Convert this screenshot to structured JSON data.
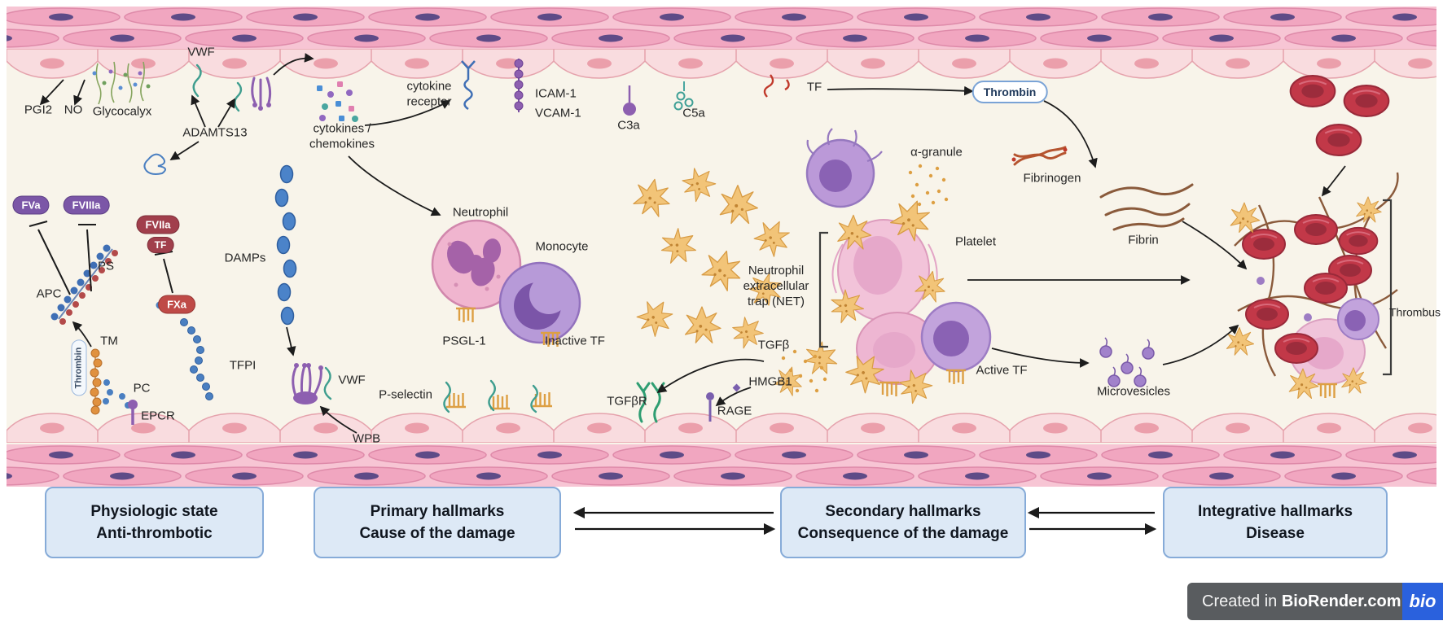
{
  "labels": {
    "vwf_top": "VWF",
    "pgi2": "PGI2",
    "no": "NO",
    "glycocalyx": "Glycocalyx",
    "adamts13": "ADAMTS13",
    "fva": "FVa",
    "fviiia": "FVIIIa",
    "fviia": "FVIIa",
    "tf_complex": "TF",
    "ps": "PS",
    "apc": "APC",
    "fxa": "FXa",
    "tm": "TM",
    "thrombin_left": "Thrombin",
    "pc": "PC",
    "epcr": "EPCR",
    "tfpi": "TFPI",
    "damps": "DAMPs",
    "cytokines": "cytokines /\nchemokines",
    "cytokine_receptor": "cytokine\nreceptor",
    "icam1": "ICAM-1",
    "vcam1": "VCAM-1",
    "c3a": "C3a",
    "c5a": "C5a",
    "neutrophil": "Neutrophil",
    "monocyte": "Monocyte",
    "psgl1": "PSGL-1",
    "inactive_tf": "Inactive TF",
    "vwf_bottom": "VWF",
    "wpb": "WPB",
    "p_selectin": "P-selectin",
    "tf_right": "TF",
    "thrombin_right": "Thrombin",
    "alpha_granule": "α-granule",
    "fibrinogen": "Fibrinogen",
    "platelet": "Platelet",
    "fibrin": "Fibrin",
    "net": "Neutrophil\nextracellular\ntrap (NET)",
    "tgfb": "TGFβ",
    "hmgb1": "HMGB1",
    "tgfbr": "TGFβR",
    "rage": "RAGE",
    "active_tf": "Active TF",
    "microvesicles": "Microvesicles",
    "thrombus": "Thrombus"
  },
  "stages": [
    {
      "line1": "Physiologic state",
      "line2": "Anti-thrombotic"
    },
    {
      "line1": "Primary hallmarks",
      "line2": "Cause of the damage"
    },
    {
      "line1": "Secondary hallmarks",
      "line2": "Consequence of the damage"
    },
    {
      "line1": "Integrative hallmarks",
      "line2": "Disease"
    }
  ],
  "badge": {
    "prefix": "Created in ",
    "brand": "BioRender.com",
    "logo": "bio"
  },
  "colors": {
    "vessel_pink": "#f1a6c0",
    "endothelium": "#f9dcdf",
    "lumen": "#f8f4ea",
    "box_fill": "#dde9f6",
    "box_border": "#86abd8",
    "biorender_blue": "#2a61dd",
    "badge_gray": "#595c5f"
  }
}
